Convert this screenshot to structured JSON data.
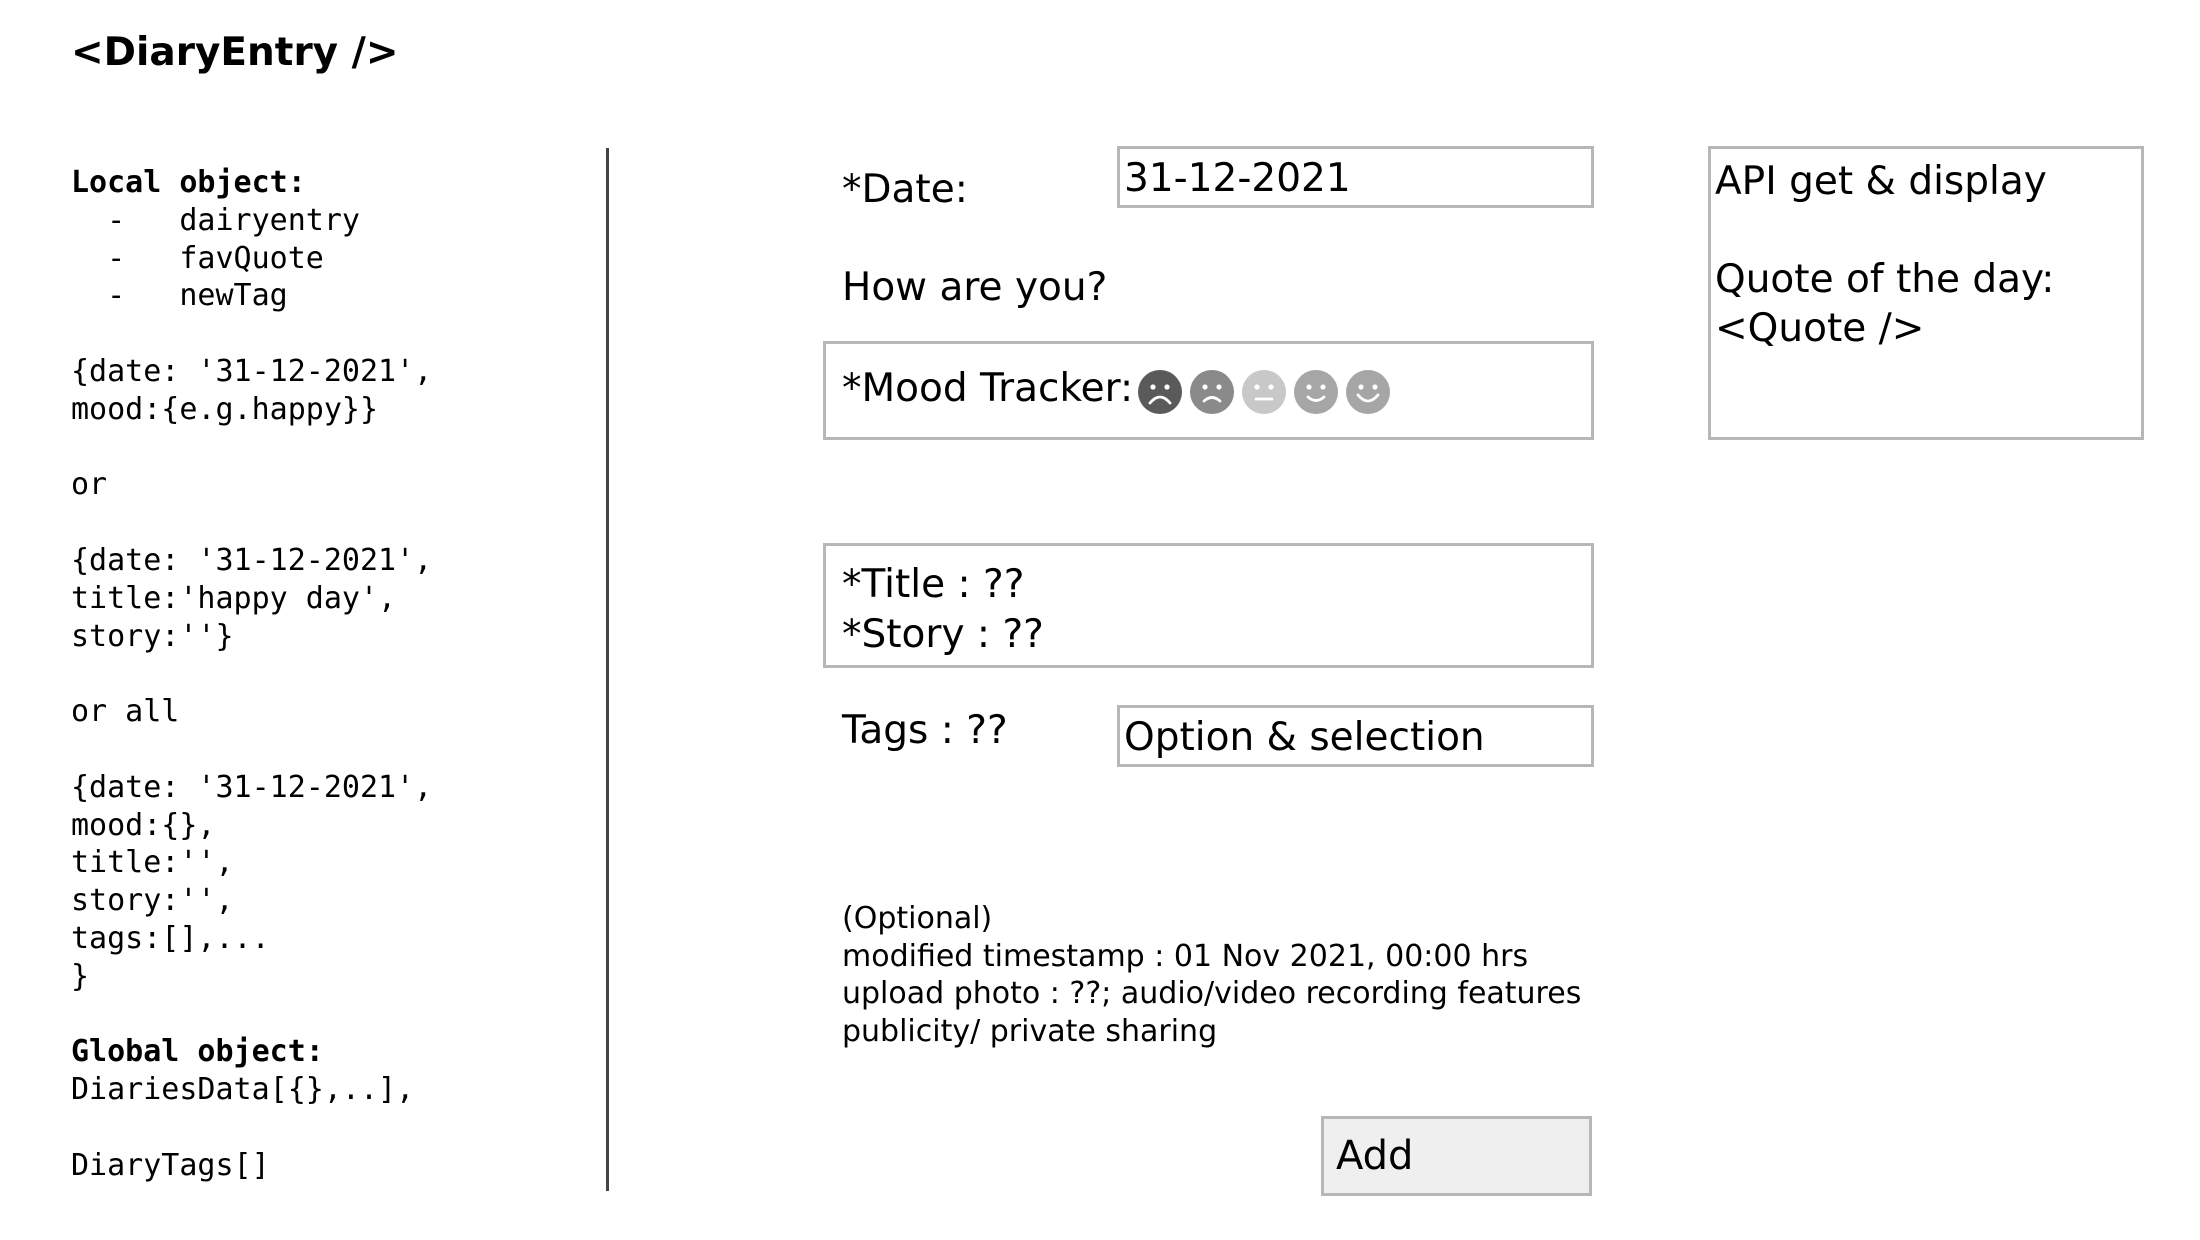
{
  "title": "<DiaryEntry />",
  "notes": {
    "local_heading": "Local object:",
    "local_items": "  -   dairyentry\n  -   favQuote\n  -   newTag",
    "body": "{date: '31-12-2021',\nmood:{e.g.happy}}\n\nor\n\n{date: '31-12-2021',\ntitle:'happy day',\nstory:''}\n\nor all\n\n{date: '31-12-2021',\nmood:{},\ntitle:'',\nstory:'',\ntags:[],...\n}",
    "global_heading": "Global object:",
    "global_body": "DiariesData[{},..],\n\nDiaryTags[]"
  },
  "form": {
    "date_label": "*Date:",
    "date_value": "31-12-2021",
    "how_label": "How are you?",
    "mood_label": "*Mood Tracker:",
    "moods": [
      {
        "icon": "very-sad-face-icon",
        "color": "#5a5a5a"
      },
      {
        "icon": "sad-face-icon",
        "color": "#8a8a8a"
      },
      {
        "icon": "neutral-face-icon",
        "color": "#c8c8c8"
      },
      {
        "icon": "happy-face-icon",
        "color": "#a6a6a6"
      },
      {
        "icon": "very-happy-face-icon",
        "color": "#a6a6a6"
      }
    ],
    "title_label": "*Title : ??",
    "story_label": "*Story : ??",
    "tags_label": "Tags : ??",
    "tags_value": "Option & selection",
    "optional": [
      "(Optional)",
      "modified timestamp : 01 Nov 2021, 00:00 hrs",
      "upload photo : ??; audio/video recording features",
      "publicity/ private sharing"
    ],
    "add_label": "Add"
  },
  "quote_panel": {
    "line1": "API get & display",
    "line2": "Quote of the day:",
    "line3": "<Quote />"
  }
}
